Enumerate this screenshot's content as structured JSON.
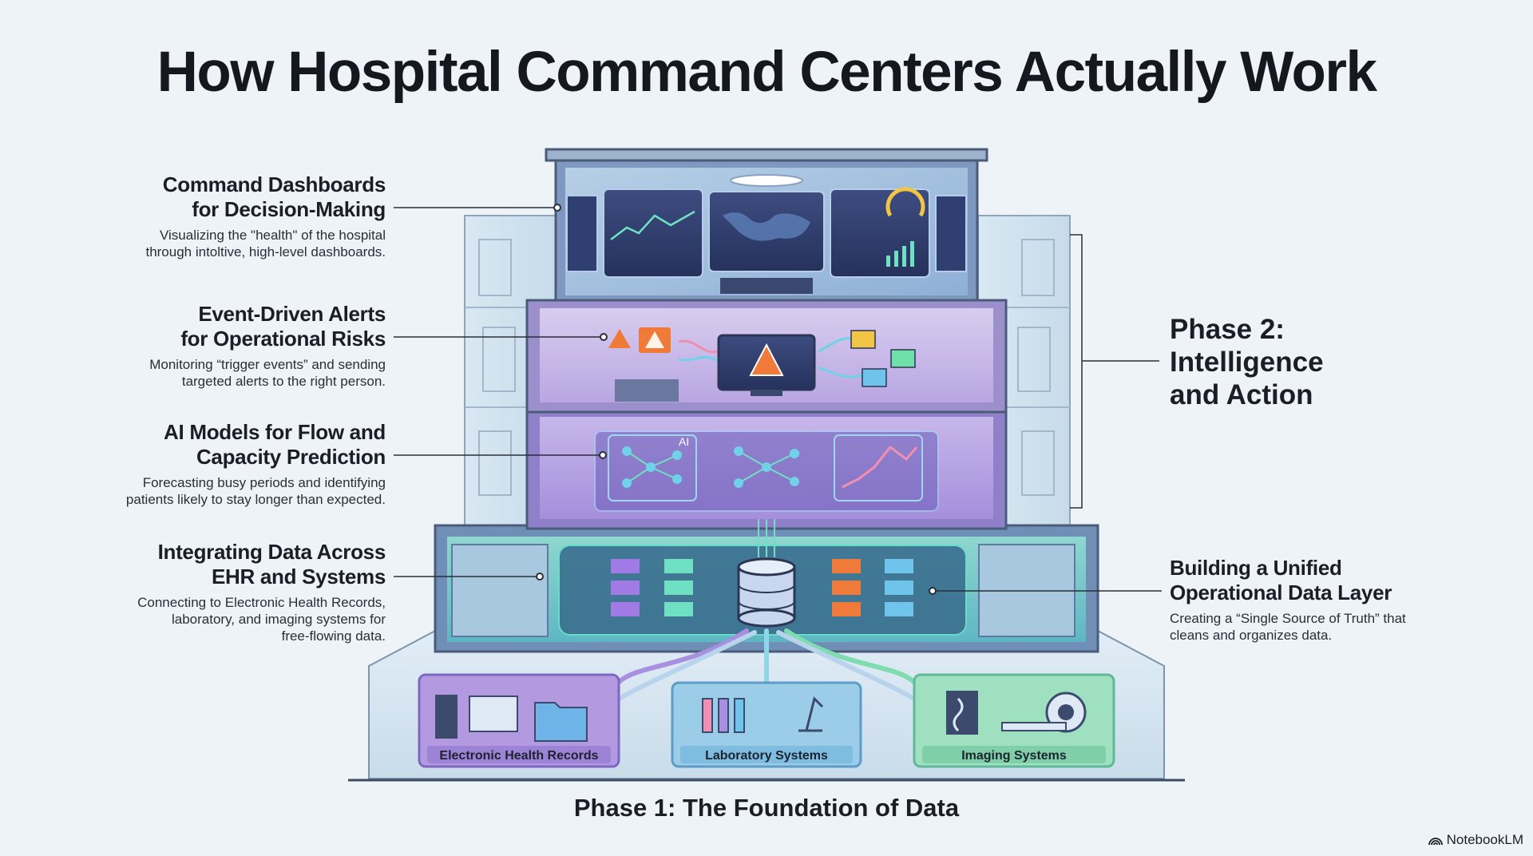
{
  "title": "How Hospital Command Centers Actually Work",
  "callouts": {
    "dashboards": {
      "heading": "Command Dashboards\nfor Decision-Making",
      "desc": "Visualizing the \"health\" of the hospital\nthrough intoltive, high-level dashboards."
    },
    "alerts": {
      "heading": "Event-Driven Alerts\nfor Operational Risks",
      "desc": "Monitoring “trigger events” and sending\ntargeted alerts to the right person."
    },
    "ai": {
      "heading": "AI Models for Flow and\nCapacity Prediction",
      "desc": "Forecasting busy periods and identifying\npatients likely to stay longer than expected."
    },
    "integrating": {
      "heading": "Integrating Data Across\nEHR and Systems",
      "desc": "Connecting to Electronic Health Records,\nlaboratory, and imaging systems for\nfree-flowing data."
    },
    "unified": {
      "heading": "Building a Unified\nOperational Data Layer",
      "desc": "Creating a “Single Source of Truth” that\ncleans and organizes data."
    }
  },
  "phase2": "Phase 2:\nIntelligence\nand Action",
  "phase1": "Phase 1: The Foundation of Data",
  "systems": {
    "ehr": "Electronic Health Records",
    "lab": "Laboratory Systems",
    "imaging": "Imaging Systems"
  },
  "ai_badge": "AI",
  "brand": "NotebookLM",
  "colors": {
    "glass": "#cfe3f0",
    "purple": "#b7a4e0",
    "teal": "#62d0b8",
    "cyan": "#6fc4ec",
    "alert": "#f07a3a",
    "frame": "#5a6a86"
  }
}
